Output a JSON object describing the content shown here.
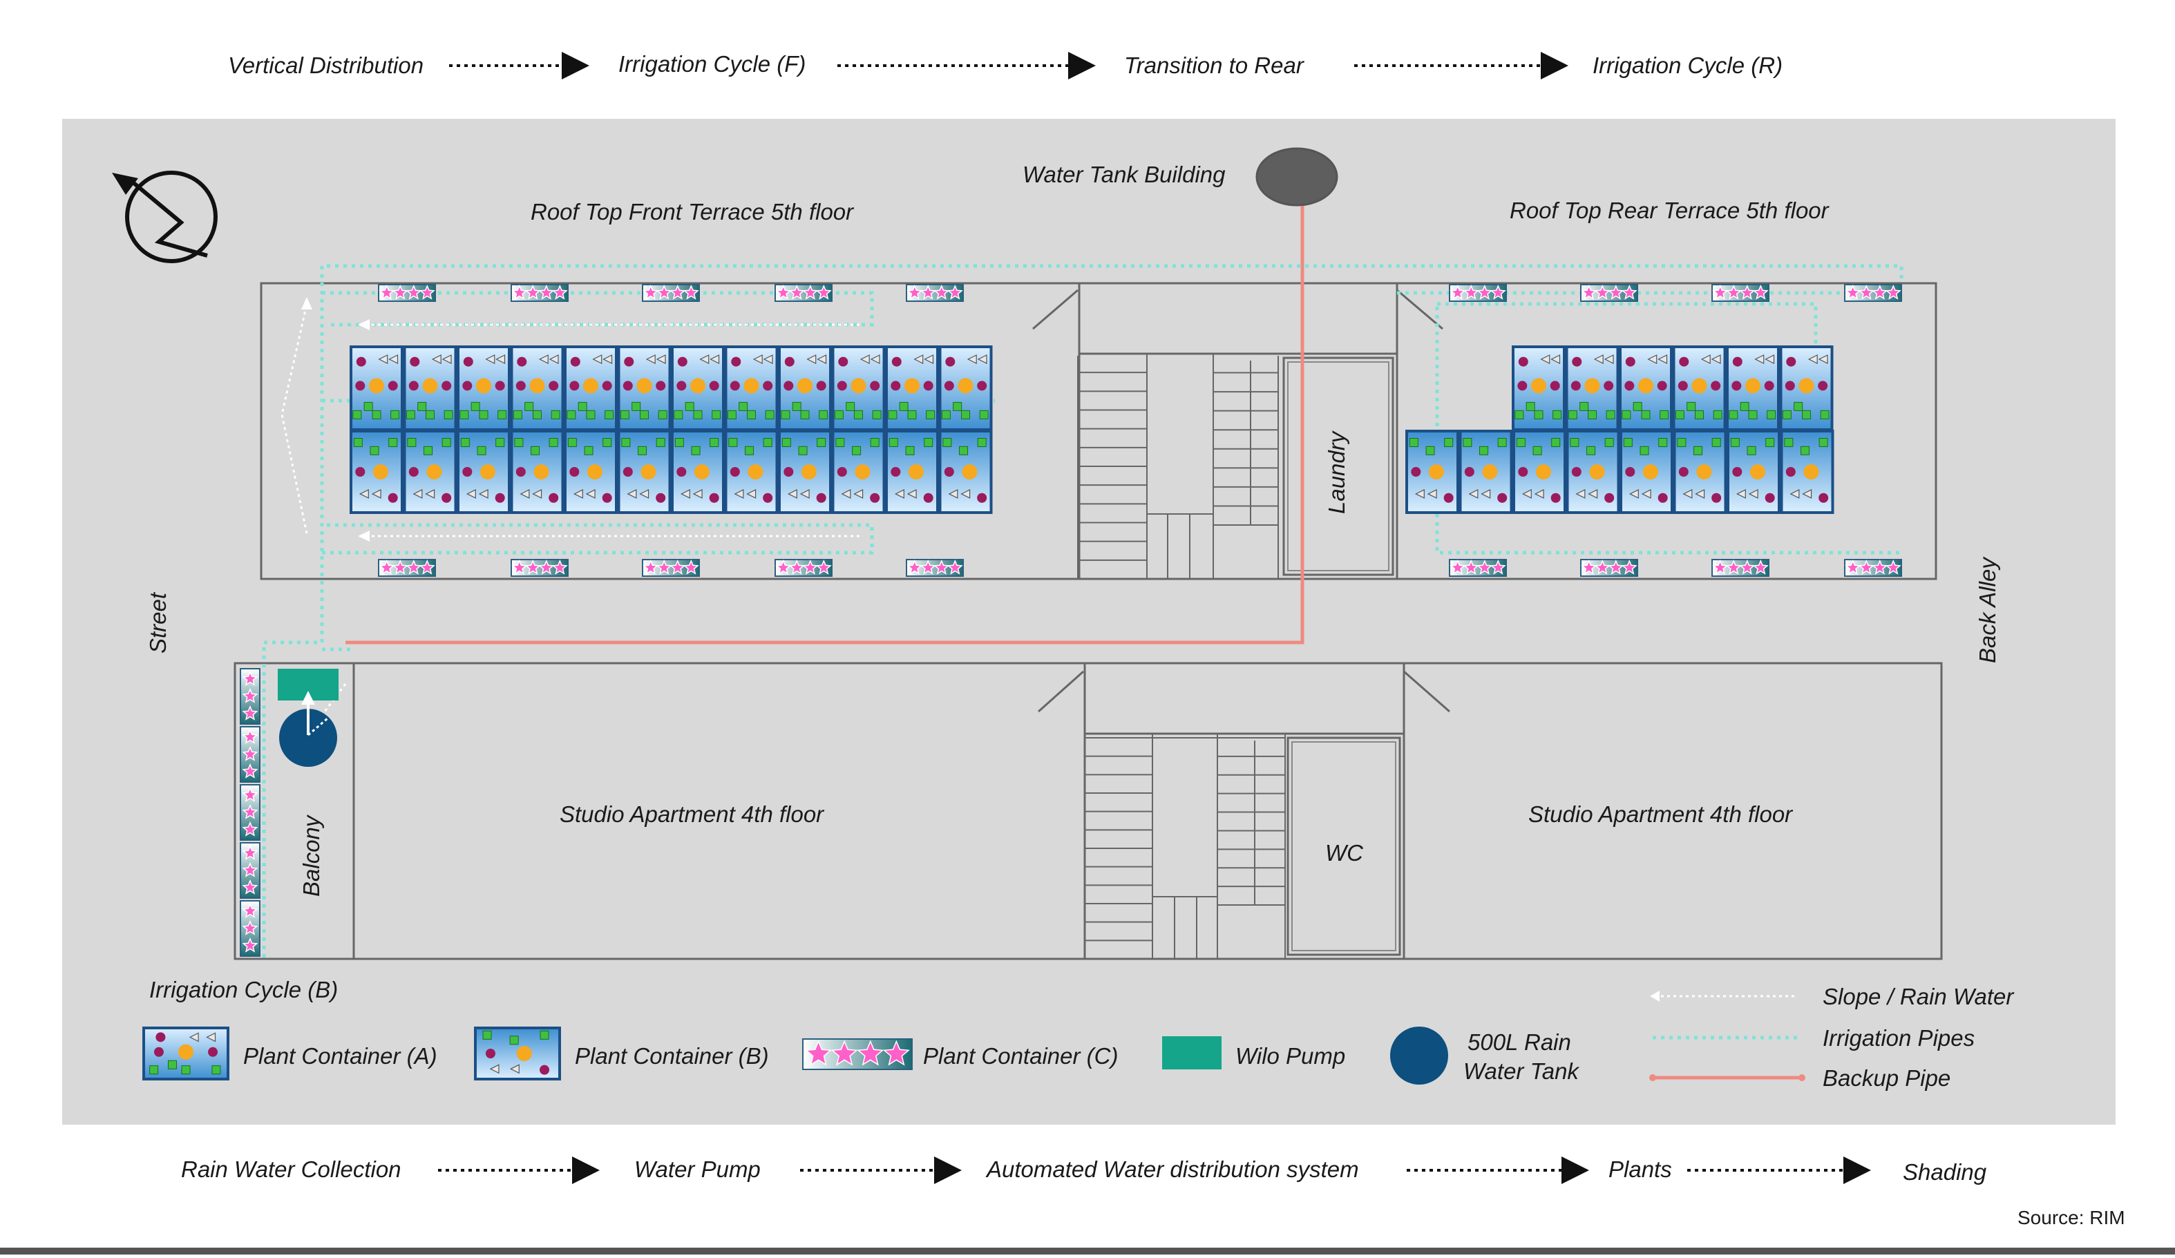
{
  "top_flow": [
    "Vertical Distribution",
    "Irrigation Cycle (F)",
    "Transition to Rear",
    "Irrigation Cycle (R)"
  ],
  "bottom_flow": [
    "Rain Water Collection",
    "Water Pump",
    "Automated Water distribution system",
    "Plants",
    "Shading"
  ],
  "source": "Source: RIM",
  "labels": {
    "water_tank_building": "Water Tank Building",
    "front_terrace": "Roof Top Front Terrace 5th floor",
    "rear_terrace": "Roof Top Rear Terrace 5th floor",
    "laundry": "Laundry",
    "street": "Street",
    "back_alley": "Back Alley",
    "studio_left": "Studio Apartment 4th floor",
    "studio_right": "Studio Apartment 4th floor",
    "wc": "WC",
    "balcony": "Balcony",
    "irrigation_cycle_b": "Irrigation Cycle (B)"
  },
  "legend": {
    "container_a": "Plant Container (A)",
    "container_b": "Plant Container (B)",
    "container_c": "Plant Container (C)",
    "wilo_pump": "Wilo Pump",
    "rain_tank_line1": "500L Rain",
    "rain_tank_line2": "Water Tank",
    "slope": "Slope / Rain Water",
    "irrigation_pipes": "Irrigation Pipes",
    "backup_pipe": "Backup Pipe"
  },
  "colors": {
    "panel": "#d9d9d9",
    "irrigation_pipe": "#7fe3d8",
    "backup_pipe": "#f08a80",
    "pump": "#14a58a",
    "tank": "#0d4f7e",
    "water_tank_building": "#5e5e5e",
    "container_border": "#1c4f86",
    "container_fill_top": "#dcefff",
    "container_fill_bottom": "#3d8fd1",
    "flower": "#9b1b5c",
    "orange": "#f6a81e",
    "green": "#3fc13f",
    "star": "#ff5fc8"
  },
  "icons": {
    "compass": "north-arrow-icon",
    "arrow": "dotted-arrow-icon"
  }
}
